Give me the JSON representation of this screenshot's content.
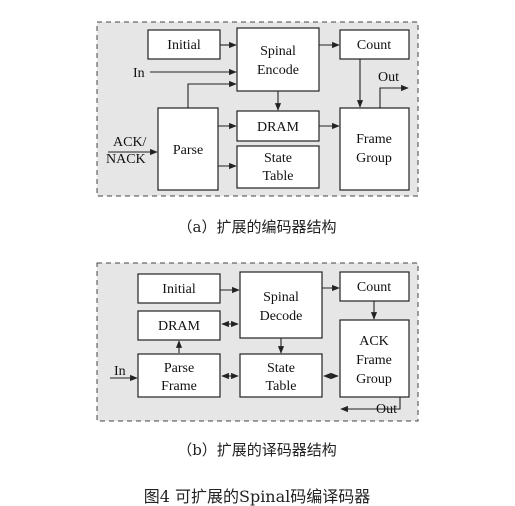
{
  "encoder": {
    "blocks": {
      "initial": "Initial",
      "spinal_encode": [
        "Spinal",
        "Encode"
      ],
      "count": "Count",
      "parse": "Parse",
      "dram": "DRAM",
      "state_table": [
        "State",
        "Table"
      ],
      "frame_group": [
        "Frame",
        "Group"
      ]
    },
    "io": {
      "in": "In",
      "out": "Out",
      "ack_nack": [
        "ACK/",
        "NACK"
      ]
    },
    "caption": "（a）扩展的编码器结构"
  },
  "decoder": {
    "blocks": {
      "initial": "Initial",
      "spinal_decode": [
        "Spinal",
        "Decode"
      ],
      "count": "Count",
      "dram": "DRAM",
      "parse_frame": [
        "Parse",
        "Frame"
      ],
      "state_table": [
        "State",
        "Table"
      ],
      "ack_frame_group": [
        "ACK",
        "Frame",
        "Group"
      ]
    },
    "io": {
      "in": "In",
      "out": "Out"
    },
    "caption": "（b）扩展的译码器结构"
  },
  "figure_caption": "图4   可扩展的Spinal码编译码器"
}
